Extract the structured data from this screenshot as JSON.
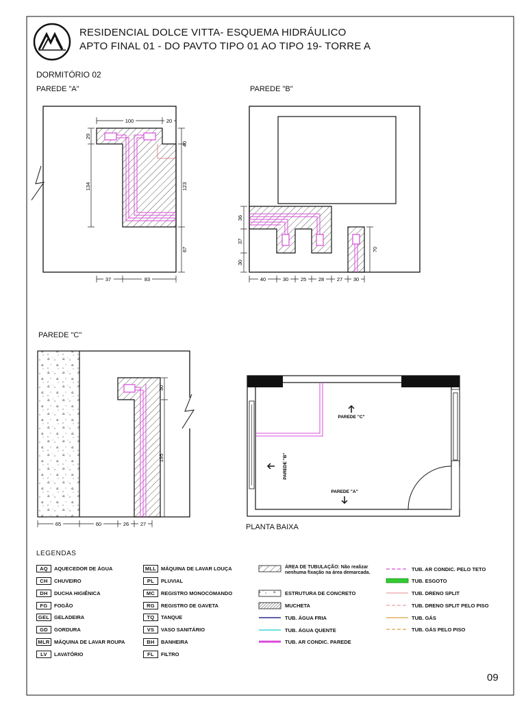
{
  "header": {
    "title_line1": "RESIDENCIAL DOLCE VITTA- ESQUEMA HIDRÁULICO",
    "title_line2": "APTO FINAL 01 - DO PAVTO TIPO 01 AO TIPO 19- TORRE A"
  },
  "room": "DORMITÓRIO 02",
  "walls": {
    "a": {
      "label": "PAREDE \"A\"",
      "dims": [
        "100",
        "20",
        "29",
        "40",
        "134",
        "123",
        "67",
        "37",
        "83"
      ]
    },
    "b": {
      "label": "PAREDE \"B\"",
      "dims": [
        "36",
        "37",
        "30",
        "70",
        "40",
        "30",
        "25",
        "28",
        "27",
        "30"
      ]
    },
    "c": {
      "label": "PAREDE \"C\"",
      "dims": [
        "30",
        "195",
        "65",
        "60",
        "26",
        "27"
      ]
    }
  },
  "plan": {
    "label": "PLANTA BAIXA",
    "wall_c": "PAREDE \"C\"",
    "wall_b": "PAREDE \"B\"",
    "wall_a": "PAREDE \"A\""
  },
  "legend": {
    "title": "LEGENDAS",
    "codes": [
      {
        "code": "AQ",
        "desc": "AQUECEDOR DE ÁGUA"
      },
      {
        "code": "CH",
        "desc": "CHUVEIRO"
      },
      {
        "code": "DH",
        "desc": "DUCHA HIGIÊNICA"
      },
      {
        "code": "FG",
        "desc": "FOGÃO"
      },
      {
        "code": "GEL",
        "desc": "GELADEIRA"
      },
      {
        "code": "GD",
        "desc": "GORDURA"
      },
      {
        "code": "MLR",
        "desc": "MÁQUINA DE LAVAR ROUPA"
      },
      {
        "code": "LV",
        "desc": "LAVATÓRIO"
      },
      {
        "code": "MLL",
        "desc": "MÁQUINA DE LAVAR LOUÇA"
      },
      {
        "code": "PL",
        "desc": "PLUVIAL"
      },
      {
        "code": "MC",
        "desc": "REGISTRO MONOCOMANDO"
      },
      {
        "code": "RG",
        "desc": "REGISTRO DE GAVETA"
      },
      {
        "code": "TQ",
        "desc": "TANQUE"
      },
      {
        "code": "VS",
        "desc": "VASO SANITÁRIO"
      },
      {
        "code": "BH",
        "desc": "BANHEIRA"
      },
      {
        "code": "FL",
        "desc": "FILTRO"
      }
    ],
    "symbols": [
      {
        "desc": "ÁREA DE TUBULAÇÃO: Não realizar nenhuma fixação na área demarcada."
      },
      {
        "desc": "ESTRUTURA DE CONCRETO"
      },
      {
        "desc": "MUCHETA"
      },
      {
        "desc": "TUB. ÁGUA FRIA",
        "color": "#2a2a8c"
      },
      {
        "desc": "TUB. ÁGUA QUENTE",
        "color": "#3fd6d6"
      },
      {
        "desc": "TUB. AR CONDIC. PAREDE",
        "color": "#d84ad8"
      },
      {
        "desc": "TUB. AR CONDIC. PELO TETO",
        "color": "#d84ad8"
      },
      {
        "desc": "TUB. ESGOTO",
        "color": "#33cc33"
      },
      {
        "desc": "TUB. DRENO SPLIT",
        "color": "#e8a0a0"
      },
      {
        "desc": "TUB. DRENO SPLIT PELO PISO",
        "color": "#e8a0a0"
      },
      {
        "desc": "TUB. GÁS",
        "color": "#d9a040"
      },
      {
        "desc": "TUB. GÁS PELO PISO",
        "color": "#d9a040"
      }
    ]
  },
  "page_number": "09"
}
